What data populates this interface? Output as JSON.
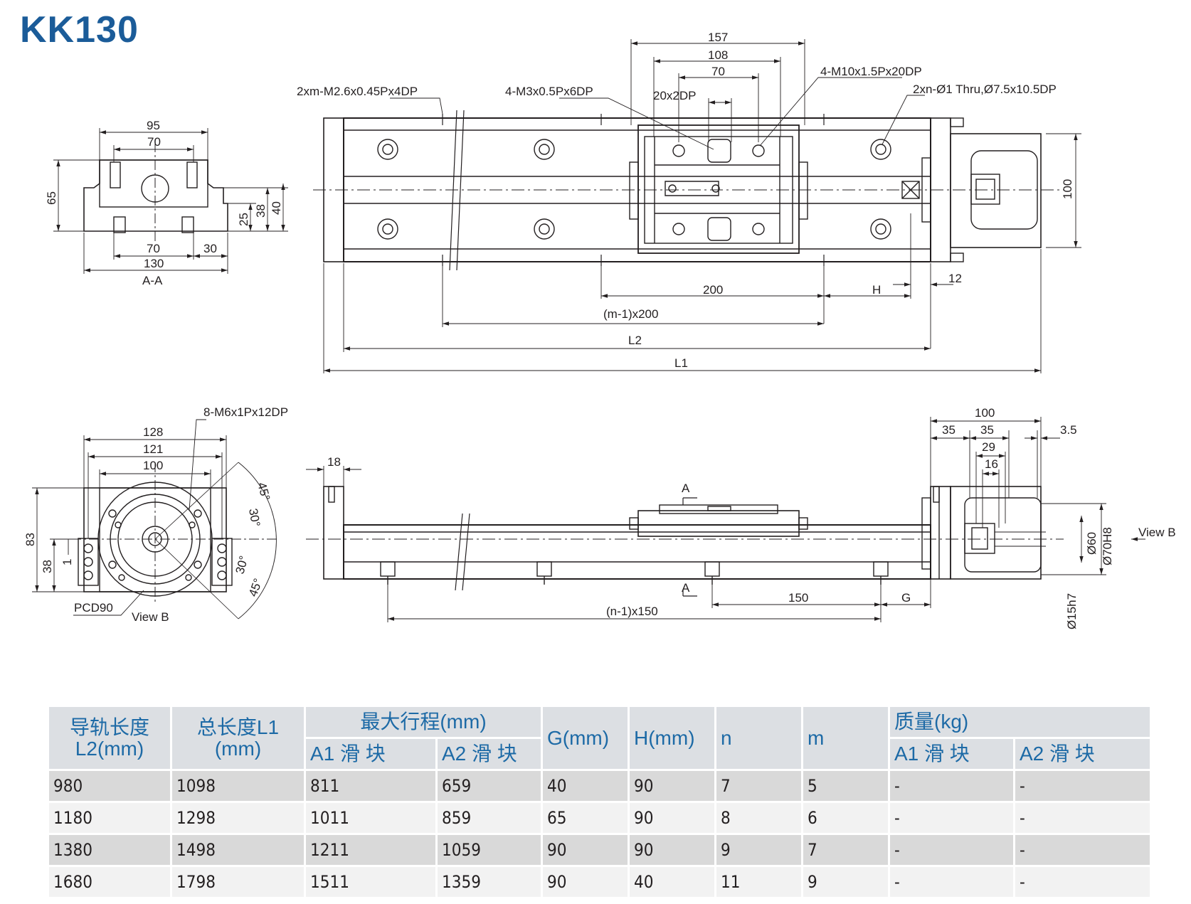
{
  "title": "KK130",
  "colors": {
    "title": "#1b5c99",
    "header_text": "#1d6aa6",
    "header_bg": "#dcdfe3",
    "row_dark": "#d9d9d9",
    "row_light": "#f2f2f2",
    "line": "#231f20"
  },
  "drawing": {
    "top_view": {
      "dims": {
        "w157": "157",
        "w108": "108",
        "w70": "70",
        "w20x2dp": "20x2DP",
        "d200": "200",
        "dH": "H",
        "d12": "12",
        "dm1": "(m-1)x200",
        "dL2": "L2",
        "dL1": "L1",
        "d100": "100"
      },
      "callouts": {
        "c1": "2xm-M2.6x0.45Px4DP",
        "c2": "4-M3x0.5Px6DP",
        "c3": "4-M10x1.5Px20DP",
        "c4": "2xn-Ø1 Thru,Ø7.5x10.5DP"
      }
    },
    "section_aa": {
      "dims": {
        "w95": "95",
        "w70top": "70",
        "h65": "65",
        "h25": "25",
        "h38": "38",
        "h40": "40",
        "w70bot": "70",
        "w30": "30",
        "w130": "130"
      },
      "label": "A-A"
    },
    "end_view": {
      "dims": {
        "w128": "128",
        "w121": "121",
        "w100": "100",
        "h83": "83",
        "h38": "38",
        "h1": "1",
        "a45a": "45°",
        "a30a": "30°",
        "a30b": "30°",
        "a45b": "45°"
      },
      "callout": "8-M6x1Px12DP",
      "pcd": "PCD90",
      "view_label": "View B"
    },
    "side_view": {
      "dims": {
        "d18": "18",
        "d150": "150",
        "dG": "G",
        "dn1": "(n-1)x150",
        "w100": "100",
        "d35a": "35",
        "d35b": "35",
        "d35c": "3.5",
        "d29": "29",
        "d16": "16",
        "dia60": "Ø60",
        "dia70": "Ø70H8",
        "dia15": "Ø15h7"
      },
      "section_top": "A",
      "section_bot": "A",
      "view_arrow": "View B"
    }
  },
  "table": {
    "headers": {
      "rail_length": "导轨长度 L2(mm)",
      "total_length": "总长度L1 (mm)",
      "max_stroke": "最大行程(mm)",
      "g": "G(mm)",
      "h": "H(mm)",
      "n": "n",
      "m": "m",
      "mass": "质量(kg)",
      "a1": "A1 滑 块",
      "a2": "A2 滑 块",
      "a1m": "A1 滑 块",
      "a2m": "A2 滑 块"
    },
    "rows": [
      [
        "980",
        "1098",
        "811",
        "659",
        "40",
        "90",
        "7",
        "5",
        "-",
        "-"
      ],
      [
        "1180",
        "1298",
        "1011",
        "859",
        "65",
        "90",
        "8",
        "6",
        "-",
        "-"
      ],
      [
        "1380",
        "1498",
        "1211",
        "1059",
        "90",
        "90",
        "9",
        "7",
        "-",
        "-"
      ],
      [
        "1680",
        "1798",
        "1511",
        "1359",
        "90",
        "40",
        "11",
        "9",
        "-",
        "-"
      ]
    ]
  }
}
